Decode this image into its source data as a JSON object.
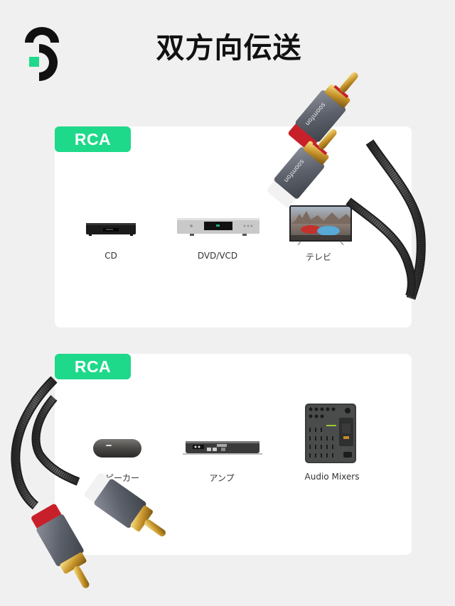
{
  "header": {
    "logo": "soomfon-logo-icon",
    "title": "双方向伝送"
  },
  "brand": {
    "name": "soomfon",
    "accent": "#1ed98a",
    "logo_black": "#111111"
  },
  "panels": [
    {
      "badge": "RCA",
      "devices": [
        {
          "label": "CD",
          "icon": "cd-player-icon"
        },
        {
          "label": "DVD/VCD",
          "icon": "dvd-player-icon"
        },
        {
          "label": "テレビ",
          "icon": "tv-icon"
        }
      ]
    },
    {
      "badge": "RCA",
      "devices": [
        {
          "label": "スピーカー",
          "icon": "speaker-icon"
        },
        {
          "label": "アンプ",
          "icon": "amplifier-icon"
        },
        {
          "label": "Audio Mixers",
          "icon": "audio-mixer-icon"
        }
      ]
    }
  ],
  "cable": {
    "brand_print": "soomfon",
    "plug_colors": [
      "#c8202a",
      "#f2f2f2"
    ]
  }
}
